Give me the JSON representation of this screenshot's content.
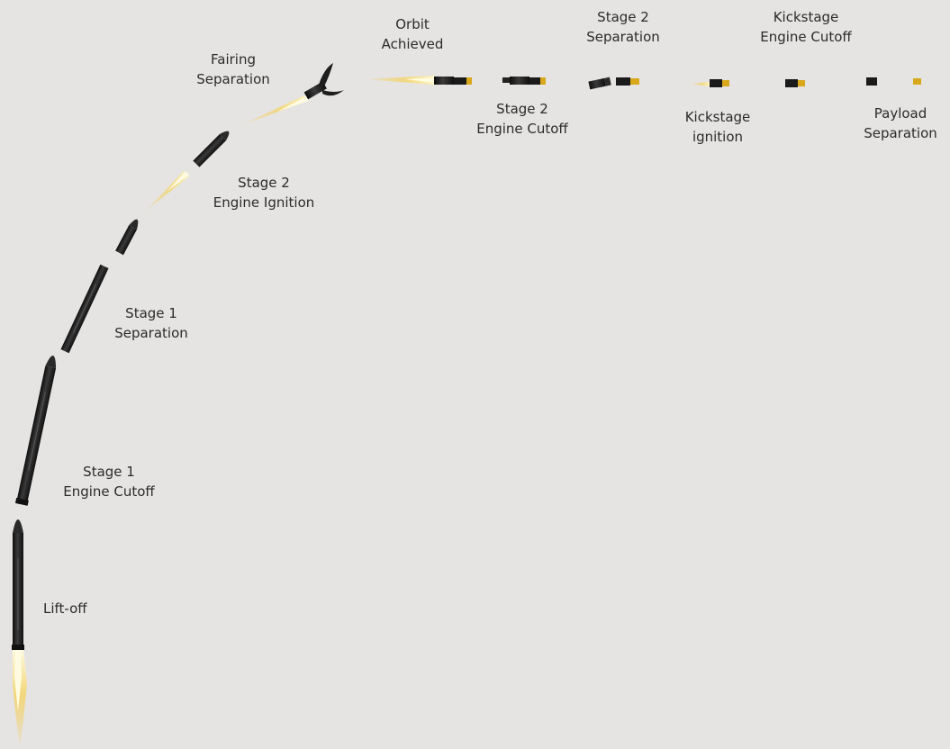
{
  "labels": {
    "liftoff": [
      "Lift-off"
    ],
    "stage1_engine_cutoff": [
      "Stage 1",
      "Engine Cutoff"
    ],
    "stage1_separation": [
      "Stage 1",
      "Separation"
    ],
    "stage2_engine_ignition": [
      "Stage 2",
      "Engine Ignition"
    ],
    "fairing_separation": [
      "Fairing",
      "Separation"
    ],
    "orbit_achieved": [
      "Orbit",
      "Achieved"
    ],
    "stage2_engine_cutoff": [
      "Stage 2",
      "Engine Cutoff"
    ],
    "stage2_separation": [
      "Stage 2",
      "Separation"
    ],
    "kickstage_ignition": [
      "Kickstage",
      "ignition"
    ],
    "kickstage_engine_cutoff": [
      "Kickstage",
      "Engine Cutoff"
    ],
    "payload_separation": [
      "Payload",
      "Separation"
    ]
  },
  "colors": {
    "background": "#e6e4e2",
    "rocket_body": "#1c1c1c",
    "flame_core": "#fff3a8",
    "flame_outer": "#f2c23a",
    "payload_gold": "#d8a81a",
    "text": "#2b2b2b"
  }
}
